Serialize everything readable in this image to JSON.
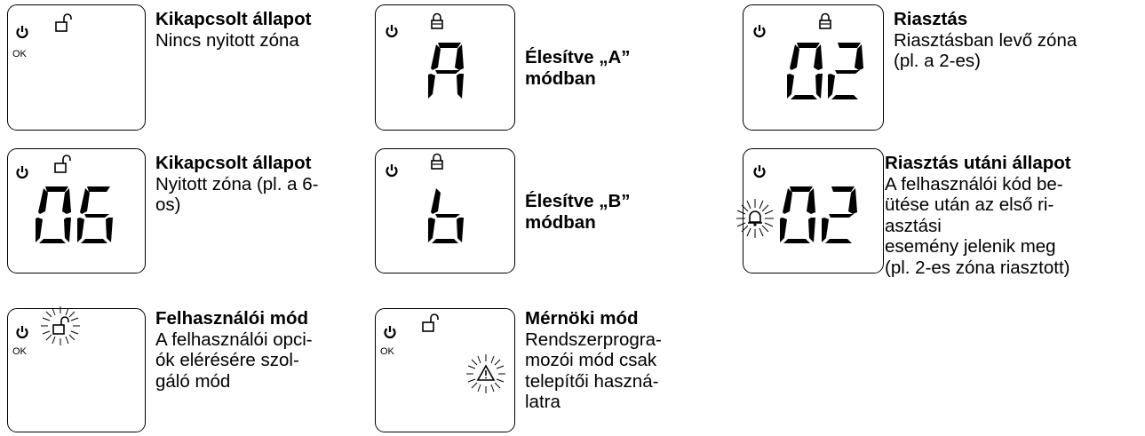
{
  "states": [
    {
      "id": "disarmed-closed",
      "icons": [
        "power-icon",
        "padlock-open-icon"
      ],
      "ok": "OK",
      "display": "",
      "title": [
        "Kikapcsolt állapot"
      ],
      "text": [
        "Nincs nyitott zóna"
      ]
    },
    {
      "id": "armed-a",
      "icons": [
        "power-icon",
        "padlock-closed-icon"
      ],
      "ok": "",
      "display": "A",
      "title": [
        "Élesítve „A”",
        "módban"
      ],
      "text": []
    },
    {
      "id": "alarm",
      "icons": [
        "power-icon",
        "padlock-closed-icon"
      ],
      "ok": "",
      "display": "02",
      "title": [
        "Riasztás"
      ],
      "text": [
        "Riasztásban levő zóna",
        "(pl. a 2-es)"
      ]
    },
    {
      "id": "disarmed-open",
      "icons": [
        "power-icon",
        "padlock-open-icon"
      ],
      "ok": "",
      "display": "06",
      "title": [
        "Kikapcsolt állapot"
      ],
      "text": [
        "Nyitott zóna (pl. a 6-",
        "os)"
      ]
    },
    {
      "id": "armed-b",
      "icons": [
        "power-icon",
        "padlock-closed-icon"
      ],
      "ok": "",
      "display": "b",
      "title": [
        "Élesítve „B”",
        "módban"
      ],
      "text": []
    },
    {
      "id": "after-alarm",
      "icons": [
        "power-icon",
        "bell-icon-flashing"
      ],
      "ok": "",
      "display": "02",
      "title": [
        "Riasztás utáni állapot"
      ],
      "text": [
        "A felhasználói kód be-",
        "ütése után az első ri-",
        "asztási",
        "esemény jelenik meg",
        "(pl. 2-es zóna riasztott)"
      ]
    },
    {
      "id": "user-mode",
      "icons": [
        "power-icon",
        "padlock-open-icon-flashing"
      ],
      "ok": "OK",
      "display": "",
      "title": [
        "Felhasználói mód"
      ],
      "text": [
        "A felhasználói opci-",
        "ók elérésére szol-",
        "gáló mód"
      ]
    },
    {
      "id": "engineer-mode",
      "icons": [
        "power-icon",
        "padlock-open-icon",
        "warning-icon-flashing"
      ],
      "ok": "OK",
      "display": "",
      "title": [
        "Mérnöki mód"
      ],
      "text": [
        "Rendszerprogra-",
        "mozói mód csak",
        "telepítői haszná-",
        "latra"
      ]
    }
  ]
}
